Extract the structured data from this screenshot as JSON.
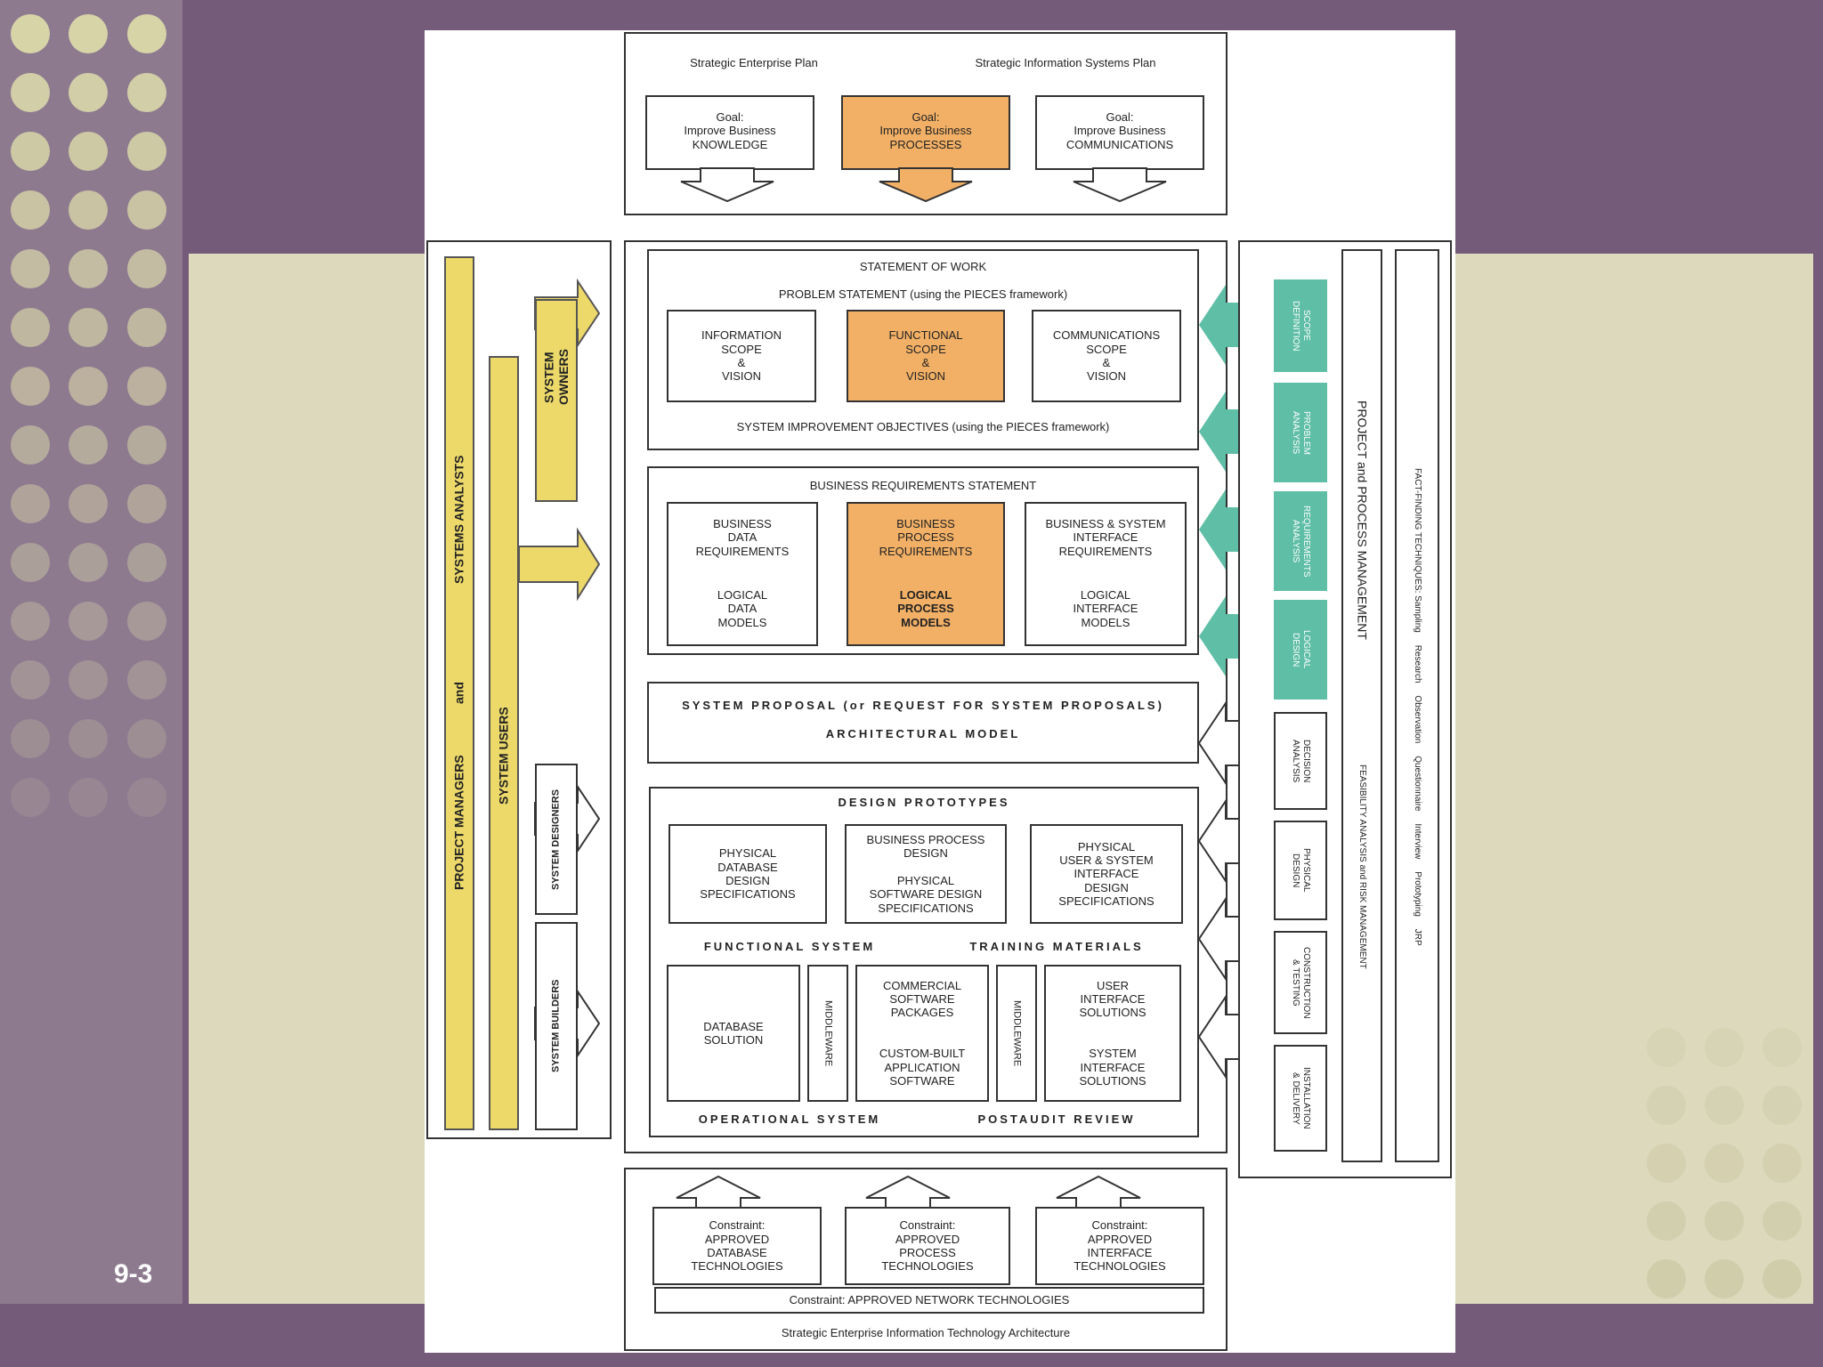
{
  "page_number": "9-3",
  "top_section": {
    "left_heading": "Strategic Enterprise Plan",
    "right_heading": "Strategic Information Systems Plan",
    "goals": [
      {
        "text": "Goal:\nImprove Business\nKNOWLEDGE",
        "highlight": false
      },
      {
        "text": "Goal:\nImprove Business\nPROCESSES",
        "highlight": true
      },
      {
        "text": "Goal:\nImprove Business\nCOMMUNICATIONS",
        "highlight": false
      }
    ]
  },
  "sow": {
    "title": "STATEMENT OF WORK",
    "subtitle": "PROBLEM STATEMENT (using the PIECES framework)",
    "boxes": [
      "INFORMATION\nSCOPE\n&\nVISION",
      "FUNCTIONAL\nSCOPE\n&\nVISION",
      "COMMUNICATIONS\nSCOPE\n&\nVISION"
    ],
    "footer": "SYSTEM IMPROVEMENT OBJECTIVES (using the PIECES framework)"
  },
  "brs": {
    "title": "BUSINESS REQUIREMENTS STATEMENT",
    "boxes": [
      {
        "top": "BUSINESS\nDATA\nREQUIREMENTS",
        "bottom": "LOGICAL\nDATA\nMODELS"
      },
      {
        "top": "BUSINESS\nPROCESS\nREQUIREMENTS",
        "bottom": "LOGICAL\nPROCESS\nMODELS"
      },
      {
        "top": "BUSINESS & SYSTEM\nINTERFACE\nREQUIREMENTS",
        "bottom": "LOGICAL\nINTERFACE\nMODELS"
      }
    ]
  },
  "proposal": {
    "line1": "SYSTEM PROPOSAL (or REQUEST FOR SYSTEM PROPOSALS)",
    "line2": "ARCHITECTURAL MODEL"
  },
  "design": {
    "title": "DESIGN PROTOTYPES",
    "boxes": [
      "PHYSICAL\nDATABASE\nDESIGN\nSPECIFICATIONS",
      "BUSINESS PROCESS\nDESIGN\n\nPHYSICAL\nSOFTWARE DESIGN\nSPECIFICATIONS",
      "PHYSICAL\nUSER & SYSTEM\nINTERFACE\nDESIGN\nSPECIFICATIONS"
    ],
    "functional_system": "FUNCTIONAL SYSTEM",
    "training_materials": "TRAINING MATERIALS",
    "solutions": {
      "database": "DATABASE\nSOLUTION",
      "middleware": "MIDDLEWARE",
      "commercial": "COMMERCIAL\nSOFTWARE\nPACKAGES\n\n\nCUSTOM-BUILT\nAPPLICATION\nSOFTWARE",
      "ui": "USER\nINTERFACE\nSOLUTIONS\n\n\nSYSTEM\nINTERFACE\nSOLUTIONS"
    },
    "operational_system": "OPERATIONAL SYSTEM",
    "postaudit_review": "POSTAUDIT REVIEW"
  },
  "left_roles": {
    "project_managers": "PROJECT MANAGERS",
    "and": "and",
    "systems_analysts": "SYSTEMS ANALYSTS",
    "system_users": "SYSTEM USERS",
    "system_owners": "SYSTEM\nOWNERS",
    "system_designers": "SYSTEM DESIGNERS",
    "system_builders": "SYSTEM BUILDERS"
  },
  "right_phases": {
    "teal": [
      "SCOPE\nDEFINITION",
      "PROBLEM\nANALYSIS",
      "REQUIREMENTS\nANALYSIS",
      "LOGICAL\nDESIGN"
    ],
    "white": [
      "DECISION\nANALYSIS",
      "PHYSICAL\nDESIGN",
      "CONSTRUCTION\n& TESTING",
      "INSTALLATION\n& DELIVERY"
    ],
    "management": "PROJECT and PROCESS MANAGEMENT",
    "feasibility": "FEASIBILITY ANALYSIS and RISK MANAGEMENT",
    "fact_finding": "FACT-FINDING TECHNIQUES: Sampling     Research     Observation     Questionnaire     Interview     Prototyping     JRP"
  },
  "bottom_section": {
    "constraints": [
      "Constraint:\nAPPROVED\nDATABASE\nTECHNOLOGIES",
      "Constraint:\nAPPROVED\nPROCESS\nTECHNOLOGIES",
      "Constraint:\nAPPROVED\nINTERFACE\nTECHNOLOGIES"
    ],
    "network": "Constraint: APPROVED NETWORK TECHNOLOGIES",
    "architecture": "Strategic Enterprise Information Technology Architecture"
  },
  "colors": {
    "background": "#745b7a",
    "pale_panel": "#dcd9bc",
    "orange": "#f2b066",
    "yellow": "#ecd96a",
    "teal": "#5fbea6"
  }
}
